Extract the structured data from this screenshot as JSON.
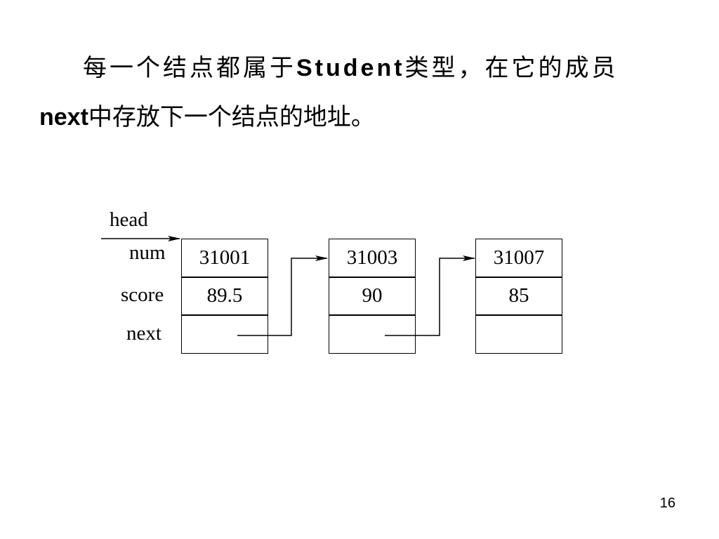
{
  "text": {
    "line1_a": "每一个结点都属于",
    "line1_b": "Student",
    "line1_c": "类型，在它的成员",
    "line2_a": "next",
    "line2_b": "中存放下一个结点的地址。"
  },
  "diagram": {
    "head_label": "head",
    "field_labels": [
      "num",
      "score",
      "next"
    ],
    "nodes": [
      {
        "num": "31001",
        "score": "89.5",
        "next": ""
      },
      {
        "num": "31003",
        "score": "90",
        "next": ""
      },
      {
        "num": "31007",
        "score": "85",
        "next": ""
      }
    ]
  },
  "page_number": "16"
}
